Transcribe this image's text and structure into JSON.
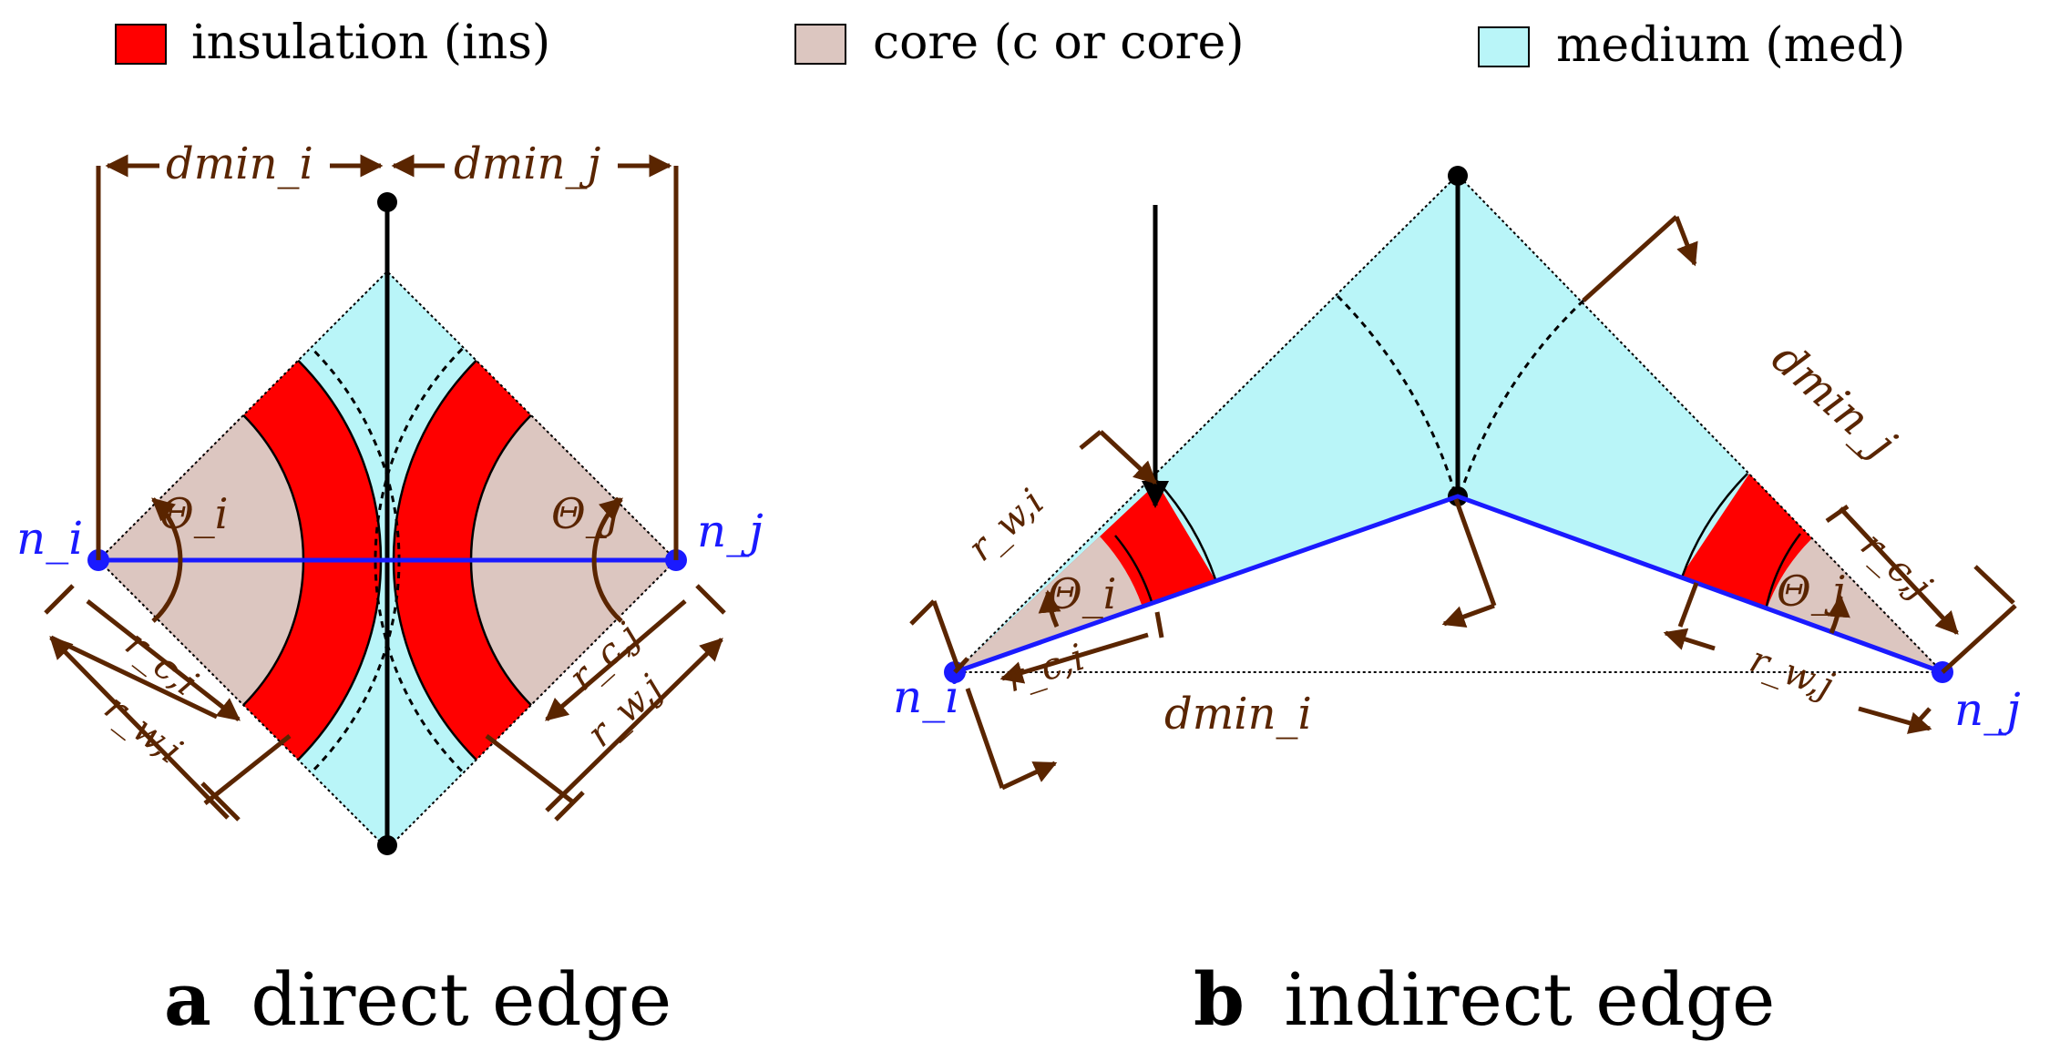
{
  "legend": {
    "items": [
      {
        "label": "insulation (ins)",
        "color": "#ff0000"
      },
      {
        "label": "core (c or core)",
        "color": "#dcc6c0"
      },
      {
        "label": "medium (med)",
        "color": "#b9f5f8"
      }
    ]
  },
  "colors": {
    "insulation": "#ff0000",
    "core": "#dcc6c0",
    "medium": "#b9f5f8",
    "dimension": "#5a2500",
    "node": "#1a1aff",
    "edge": "#1a1aff"
  },
  "panel_a": {
    "letter": "a",
    "caption": "direct edge",
    "labels": {
      "n_i": "n_i",
      "n_j": "n_j",
      "dmin_i": "dmin_i",
      "dmin_j": "dmin_j",
      "theta_i": "Θ_i",
      "theta_j": "Θ_j",
      "r_c_i": "r_c,i",
      "r_w_i": "r_w,i",
      "r_c_j": "r_c,j",
      "r_w_j": "r_w,j"
    }
  },
  "panel_b": {
    "letter": "b",
    "caption": "indirect edge",
    "labels": {
      "n_i": "n_i",
      "n_j": "n_j",
      "dmin_i": "dmin_i",
      "dmin_j": "dmin_j",
      "theta_i": "Θ_i",
      "theta_j": "Θ_j",
      "r_c_i": "r_c,i",
      "r_w_i": "r_w,i",
      "r_c_j": "r_c,j",
      "r_w_j": "r_w,j"
    }
  }
}
